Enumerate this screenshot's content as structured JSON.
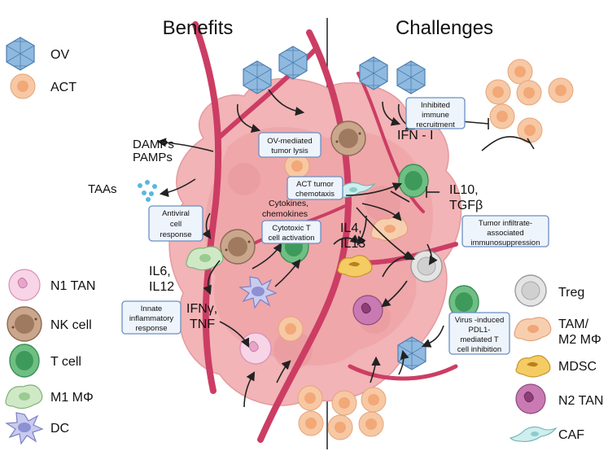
{
  "headings": {
    "benefits": "Benefits",
    "challenges": "Challenges"
  },
  "legend_left": [
    {
      "label": "OV",
      "icon": "virus-icon"
    },
    {
      "label": "ACT",
      "icon": "act-cell-icon"
    },
    {
      "label": "N1 TAN",
      "icon": "n1-tan-icon"
    },
    {
      "label": "NK cell",
      "icon": "nk-cell-icon"
    },
    {
      "label": "T cell",
      "icon": "t-cell-icon"
    },
    {
      "label": "M1 MΦ",
      "icon": "m1-macrophage-icon"
    },
    {
      "label": "DC",
      "icon": "dendritic-cell-icon"
    }
  ],
  "legend_right": [
    {
      "label": "Treg",
      "icon": "treg-icon"
    },
    {
      "label": "TAM/",
      "label2": "M2 MΦ",
      "icon": "tam-icon"
    },
    {
      "label": "MDSC",
      "icon": "mdsc-icon"
    },
    {
      "label": "N2 TAN",
      "icon": "n2-tan-icon"
    },
    {
      "label": "CAF",
      "icon": "caf-icon"
    }
  ],
  "labels": {
    "damps": "DAMPs",
    "pamps": "PAMPs",
    "taas": "TAAs",
    "il6": "IL6,",
    "il12": "IL12",
    "ifng": "IFNγ,",
    "tnf": "TNF",
    "ifn1": "IFN - I",
    "il10": "IL10,",
    "tgfb": "TGFβ",
    "il4": "IL4,",
    "il13": "IL13",
    "cytokines": "Cytokines,",
    "chemokines": "chemokines"
  },
  "boxes": {
    "ov_lysis": [
      "OV-mediated",
      "tumor lysis"
    ],
    "act_chemotaxis": [
      "ACT tumor",
      "chemotaxis"
    ],
    "antiviral": [
      "Antiviral",
      "cell",
      "response"
    ],
    "cytotoxic": [
      "Cytotoxic T",
      "cell activation"
    ],
    "innate": [
      "Innate",
      "inflammatory",
      "response"
    ],
    "inhibited": [
      "Inhibited",
      "immune",
      "recruitment"
    ],
    "tumor_infiltrate": [
      "Tumor infiltrate-",
      "associated",
      "immunosuppression"
    ],
    "pdl1": [
      "Virus -induced",
      "PDL1-",
      "mediated T",
      "cell inhibition"
    ]
  },
  "colors": {
    "ov": "#8fb9df",
    "act": "#f7c8a4",
    "vessel": "#cc3d64",
    "tumor": "#f2b4b6",
    "tcell": "#6fbf84",
    "nk": "#c9a68c",
    "box_fill": "#eef4fb",
    "box_stroke": "#6a8fc2"
  }
}
